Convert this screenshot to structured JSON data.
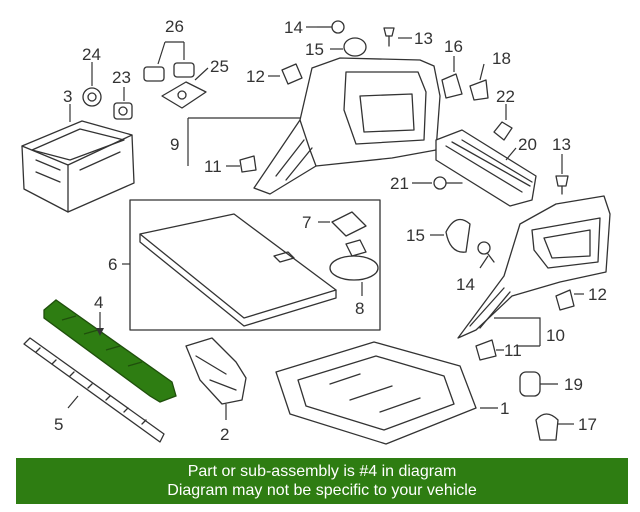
{
  "callouts": {
    "c1": "1",
    "c2": "2",
    "c3": "3",
    "c4": "4",
    "c5": "5",
    "c6": "6",
    "c7": "7",
    "c8": "8",
    "c9": "9",
    "c10": "10",
    "c11a": "11",
    "c11b": "11",
    "c12a": "12",
    "c12b": "12",
    "c13a": "13",
    "c13b": "13",
    "c14a": "14",
    "c14b": "14",
    "c15a": "15",
    "c15b": "15",
    "c16": "16",
    "c17": "17",
    "c18": "18",
    "c19": "19",
    "c20": "20",
    "c21": "21",
    "c22": "22",
    "c23": "23",
    "c24": "24",
    "c25": "25",
    "c26": "26"
  },
  "highlight_color": "#2e7d12",
  "banner": {
    "line1": "Part or sub-assembly is #4 in diagram",
    "line2": "Diagram may not be specific to your vehicle"
  }
}
